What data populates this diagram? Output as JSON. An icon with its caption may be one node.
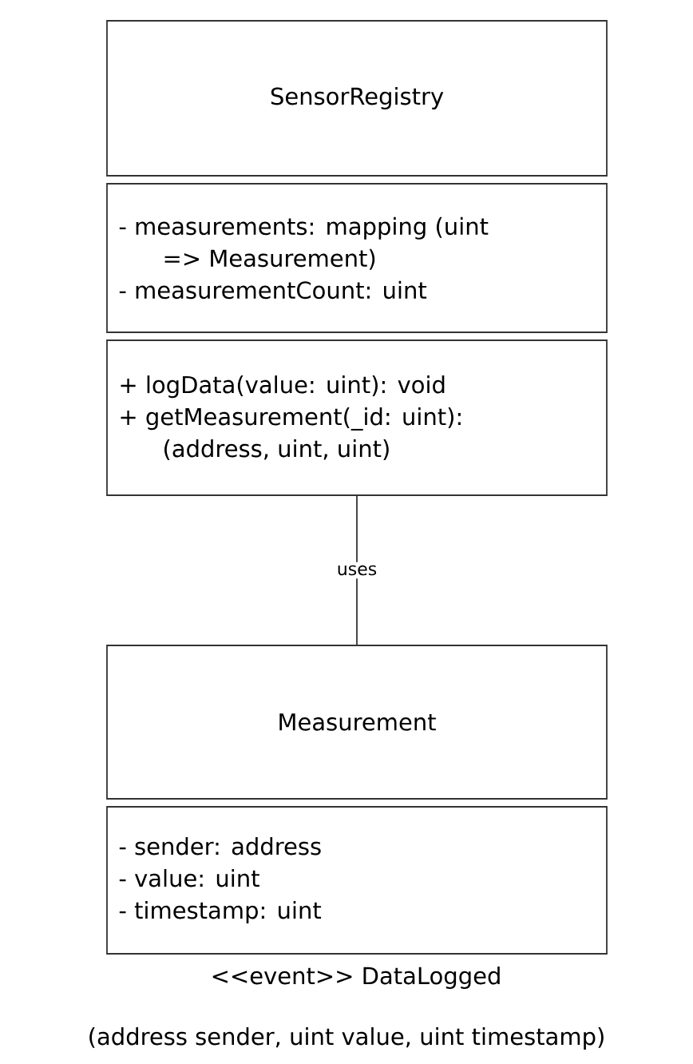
{
  "diagram": {
    "nodes": [
      {
        "text": [
          "SensorRegistry"
        ]
      },
      {
        "text": [
          "- measurements: mapping (uint => Measurement)",
          "- measurementCount: uint"
        ]
      },
      {
        "text": [
          "+ logData(value: uint): void",
          "+ getMeasurement(_id: uint): (address, uint, uint)"
        ]
      },
      {
        "text": [
          "Measurement"
        ]
      },
      {
        "text": [
          "- sender: address",
          "- value: uint",
          "- timestamp: uint"
        ]
      }
    ],
    "edges": [
      {
        "from": 2,
        "to": 3,
        "arrow": "none",
        "label": "uses"
      }
    ],
    "labels": [
      "<<event>> DataLogged",
      "(address sender, uint value, uint timestamp)"
    ]
  }
}
